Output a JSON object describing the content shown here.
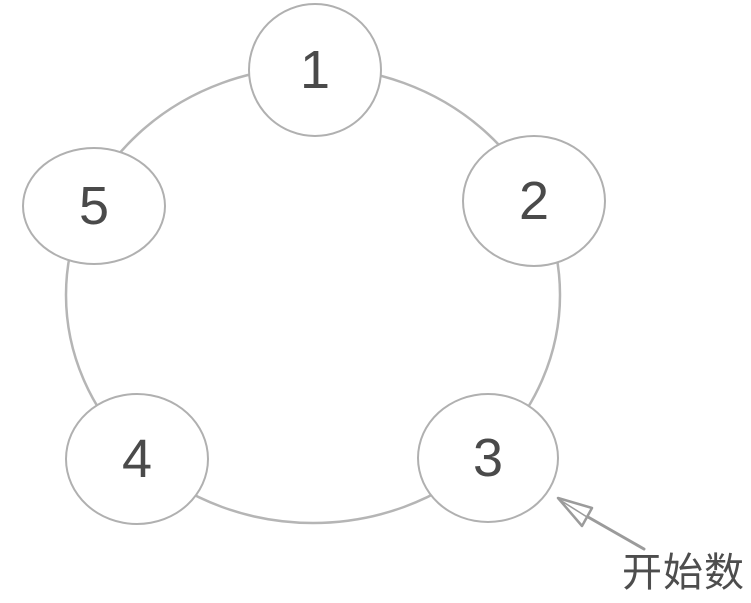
{
  "diagram": {
    "nodes": [
      {
        "label": "1"
      },
      {
        "label": "2"
      },
      {
        "label": "3"
      },
      {
        "label": "4"
      },
      {
        "label": "5"
      }
    ],
    "annotation": {
      "label": "开始数",
      "arrow_icon": "arrow-up-left",
      "points_to_node": "3"
    }
  },
  "colors": {
    "ring_stroke": "#b5b5b5",
    "node_border": "#b0b0b0",
    "number_text": "#4a4a4a",
    "arrow": "#9b9b9b",
    "label_text": "#4d4d4d",
    "background": "#ffffff"
  }
}
